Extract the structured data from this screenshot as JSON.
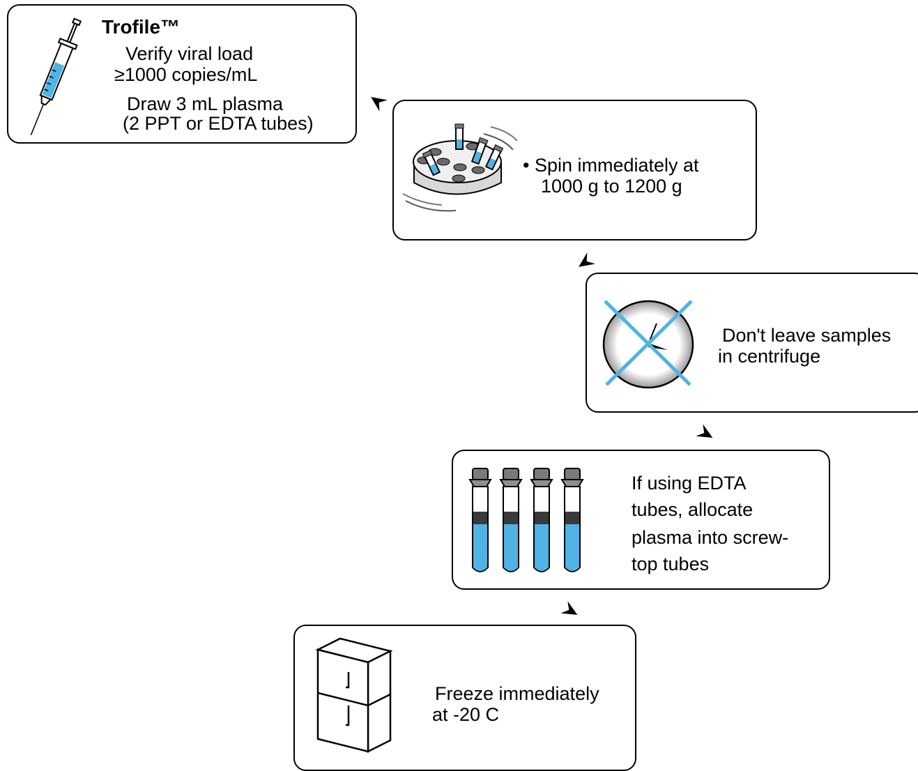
{
  "step1": {
    "title": "Trofile™",
    "line1": "Verify viral load",
    "line2": "≥1000 copies/mL",
    "line3": "Draw 3 mL plasma",
    "line4": "(2 PPT or EDTA tubes)",
    "icon": "syringe-icon"
  },
  "step2": {
    "line1": "• Spin immediately at",
    "line2": "1000 g to 1200 g",
    "icon": "centrifuge-icon"
  },
  "step3": {
    "line1": "Don't leave samples",
    "line2": "in centrifuge",
    "icon": "crossed-clock-icon"
  },
  "step4": {
    "line1": "If using EDTA",
    "line2": "tubes, allocate",
    "line3": "plasma into screw-",
    "line4": "top tubes",
    "icon": "test-tubes-icon"
  },
  "step5": {
    "line1": "Freeze immediately",
    "line2": "at -20 C",
    "icon": "refrigerator-icon"
  },
  "colors": {
    "accent_blue": "#4fb3e3",
    "stroke": "#000000",
    "cap_gray": "#8a8a8a"
  }
}
